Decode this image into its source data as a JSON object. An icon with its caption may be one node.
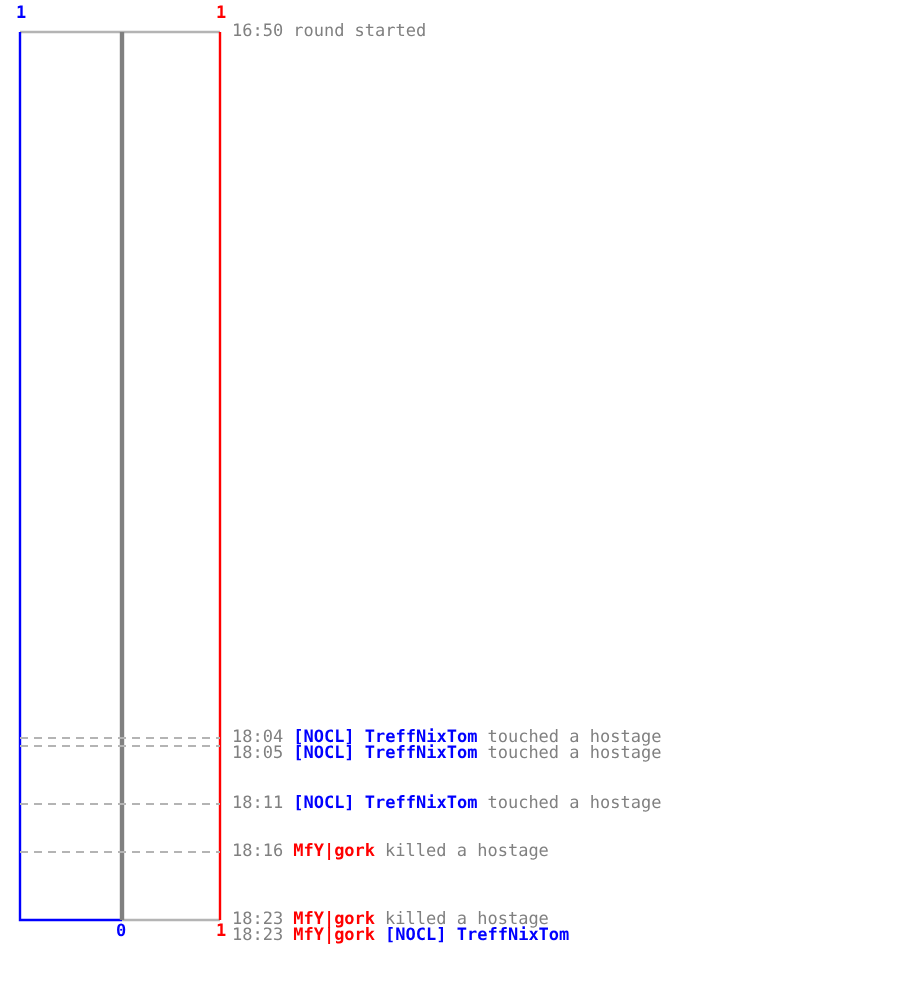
{
  "diagram": {
    "labels": [
      "1",
      "1",
      "16:50",
      "round started",
      "18:04",
      "[NOCL] TreffNixTom",
      "touched a hostage",
      "18:05",
      "[NOCL] TreffNixTom",
      "touched a hostage",
      "18:11",
      "[NOCL] TreffNixTom",
      "touched a hostage",
      "18:16",
      "MfY|gork",
      "killed a hostage",
      "0",
      "1",
      "18:23",
      "MfY|gork",
      "killed a hostage",
      "18:23",
      "MfY|gork",
      "[NOCL] TreffNixTom"
    ]
  }
}
